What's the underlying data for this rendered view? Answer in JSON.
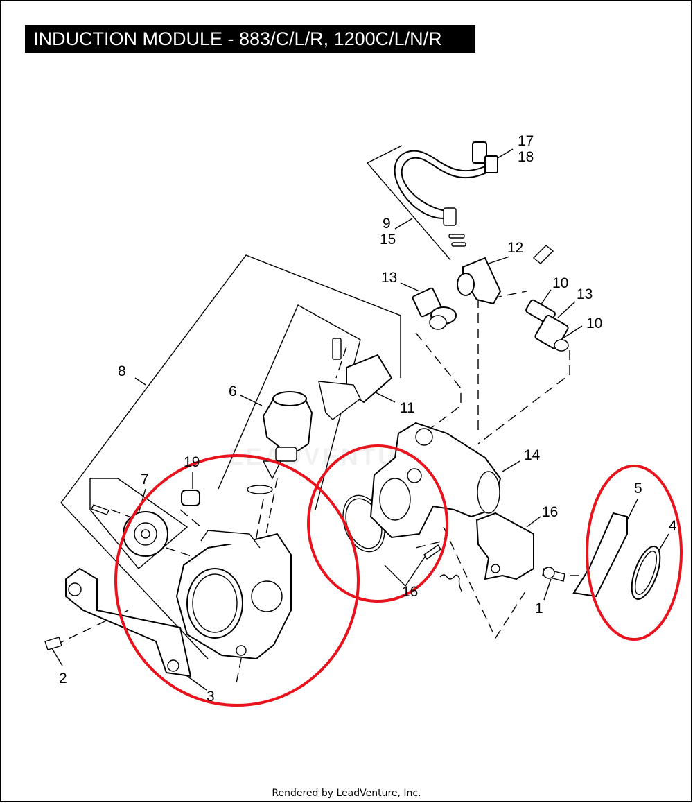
{
  "title": "INDUCTION MODULE - 883/C/L/R, 1200C/L/N/R",
  "footer": "Rendered by LeadVenture, Inc.",
  "watermark": "LEADVENTURE",
  "callouts": {
    "c1": "1",
    "c2": "2",
    "c3": "3",
    "c4": "4",
    "c5": "5",
    "c6": "6",
    "c7": "7",
    "c8": "8",
    "c9": "9",
    "c15": "15",
    "c10a": "10",
    "c10b": "10",
    "c11": "11",
    "c12": "12",
    "c13a": "13",
    "c13b": "13",
    "c14": "14",
    "c16a": "16",
    "c16b": "16",
    "c17": "17",
    "c18": "18",
    "c19": "19"
  },
  "colors": {
    "highlight": "#e8131d",
    "title_bg": "#000000",
    "title_fg": "#ffffff"
  }
}
